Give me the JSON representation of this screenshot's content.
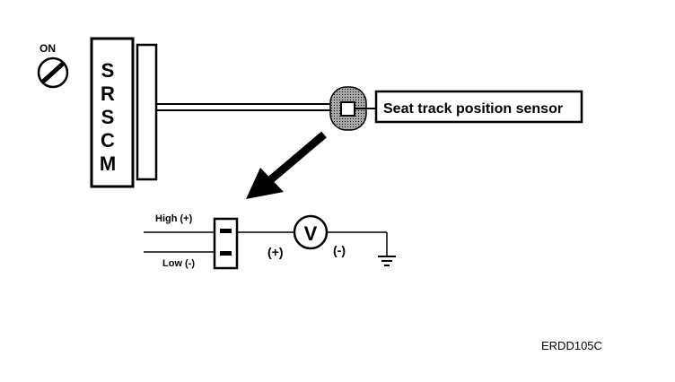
{
  "ignition": {
    "label": "ON"
  },
  "ecu": {
    "letters": [
      "S",
      "R",
      "S",
      "C",
      "M"
    ]
  },
  "sensor": {
    "label": "Seat track position sensor"
  },
  "terminals": {
    "high": "High (+)",
    "low": "Low (-)"
  },
  "voltmeter": {
    "symbol": "V",
    "positive": "(+)",
    "negative": "(-)"
  },
  "figure_code": "ERDD105C",
  "colors": {
    "ink": "#000000",
    "sensor_fill": "#8c8c8c",
    "paper": "#ffffff"
  }
}
